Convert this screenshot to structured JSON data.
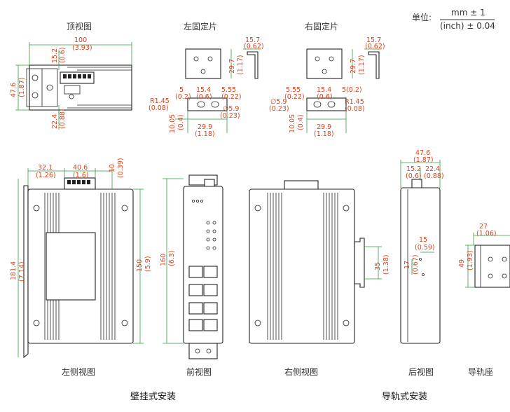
{
  "units": {
    "label": "单位:",
    "mm": "mm ± 1",
    "inch": "(inch) ± 0.04"
  },
  "titles": {
    "top_view": "顶视图",
    "left_bracket": "左固定片",
    "right_bracket": "右固定片",
    "left_side": "左侧视图",
    "front": "前视图",
    "right_side": "右侧视图",
    "rear": "后视图",
    "rail_seat": "导轨座",
    "wall_mount": "壁挂式安装",
    "rail_mount": "导轨式安装"
  },
  "dims": {
    "top_w": "100",
    "top_w_in": "(3.93)",
    "top_h": "47.6",
    "top_h_in": "(1.87)",
    "top_a": "15.2",
    "top_a_in": "(0.6)",
    "top_b": "22.4",
    "top_b_in": "(0.88)",
    "lb_t": "15.7",
    "lb_t_in": "(0.62)",
    "lb_h": "29.7",
    "lb_h_in": "(1.17)",
    "lb_5": "5",
    "lb_5_in": "(0.2)",
    "lb_154": "15.4",
    "lb_154_in": "(0.6)",
    "lb_555": "5.55",
    "lb_555_in": "(0.22)",
    "lb_r": "R1.45",
    "lb_r_in": "(0.08)",
    "lb_d": "∅5.9",
    "lb_d_in": "(0.23)",
    "lb_1005": "10.05",
    "lb_1005_in": "(0.4)",
    "lb_299": "29.9",
    "lb_299_in": "(1.18)",
    "rb_t": "15.7",
    "rb_t_in": "(0.62)",
    "rb_h": "29.7",
    "rb_h_in": "(1.17)",
    "rb_555": "5.55",
    "rb_555_in": "(0.22)",
    "rb_154": "15.4",
    "rb_154_in": "(0.6)",
    "rb_5": "5(0.2)",
    "rb_d": "∅5.9",
    "rb_d_in": "(0.23)",
    "rb_r": "R1.45",
    "rb_r_in": "(0.08)",
    "rb_1005": "10.05",
    "rb_1005_in": "(0.4)",
    "rb_299": "29.9",
    "rb_299_in": "(1.18)",
    "ls_321": "32.1",
    "ls_321_in": "(1.26)",
    "ls_406": "40.6",
    "ls_406_in": "(1.6)",
    "ls_10": "10",
    "ls_10_in": "(0.39)",
    "ls_1814": "181.4",
    "ls_1814_in": "(7.14)",
    "ls_150": "150",
    "ls_150_in": "(5.9)",
    "fr_160": "160",
    "fr_160_in": "(6.3)",
    "rs_35": "35",
    "rs_35_in": "(1.38)",
    "re_476": "47.6",
    "re_476_in": "(1.87)",
    "re_152": "15.2",
    "re_152_in": "(0.6)",
    "re_224": "22.4",
    "re_224_in": "(0.88)",
    "re_15": "15",
    "re_15_in": "(0.59)",
    "re_17": "17",
    "re_17_in": "(0.67)",
    "rl_27": "27",
    "rl_27_in": "(1.06)",
    "rl_49": "49",
    "rl_49_in": "(1.93)"
  },
  "colors": {
    "dim": "#e0401a",
    "leader": "#2e9e3e",
    "line": "#222222"
  }
}
